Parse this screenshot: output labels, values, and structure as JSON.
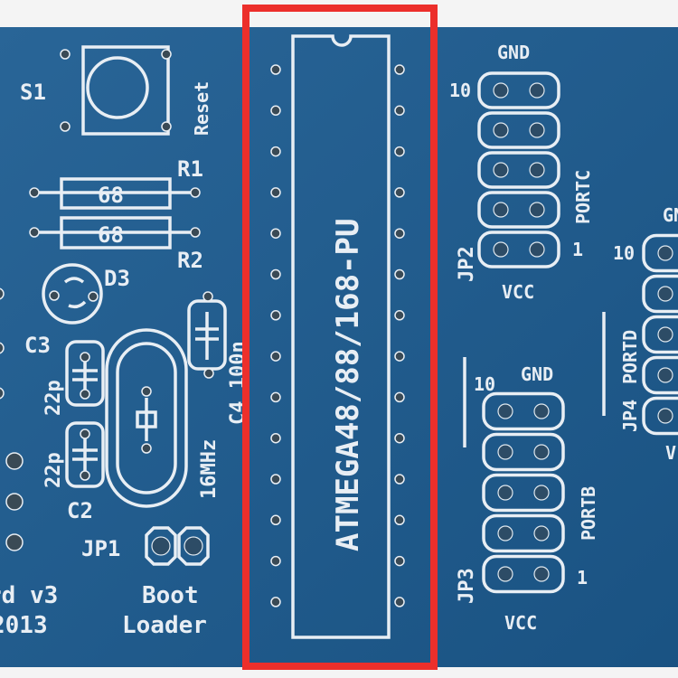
{
  "colors": {
    "board": "#1e5a8c",
    "silkscreen": "#e8eef4",
    "highlight": "#ec2f2b",
    "pad": "#3a4a55"
  },
  "chip": {
    "label": "ATMEGA48/88/168-PU"
  },
  "left": {
    "s1": "S1",
    "reset": "Reset",
    "r1": "R1",
    "r2": "R2",
    "r1_value": "68",
    "r2_value": "68",
    "d3": "D3",
    "c3": "C3",
    "c3_value": "22p",
    "c2": "C2",
    "c2_value": "22p",
    "c4": "C4 100n",
    "crystal": "16MHz",
    "jp1": "JP1",
    "boot": "Boot",
    "loader": "Loader",
    "board_name": "rd v3",
    "year": "2013"
  },
  "jp2": {
    "name": "JP2",
    "gnd": "GND",
    "ten": "10",
    "port": "PORTC",
    "one": "1",
    "vcc": "VCC"
  },
  "jp3": {
    "name": "JP3",
    "gnd": "GND",
    "ten": "10",
    "port": "PORTB",
    "one": "1",
    "vcc": "VCC"
  },
  "jp4": {
    "name": "JP4",
    "gnd": "GN",
    "ten": "10",
    "port": "PORTD",
    "vcc": "V"
  }
}
